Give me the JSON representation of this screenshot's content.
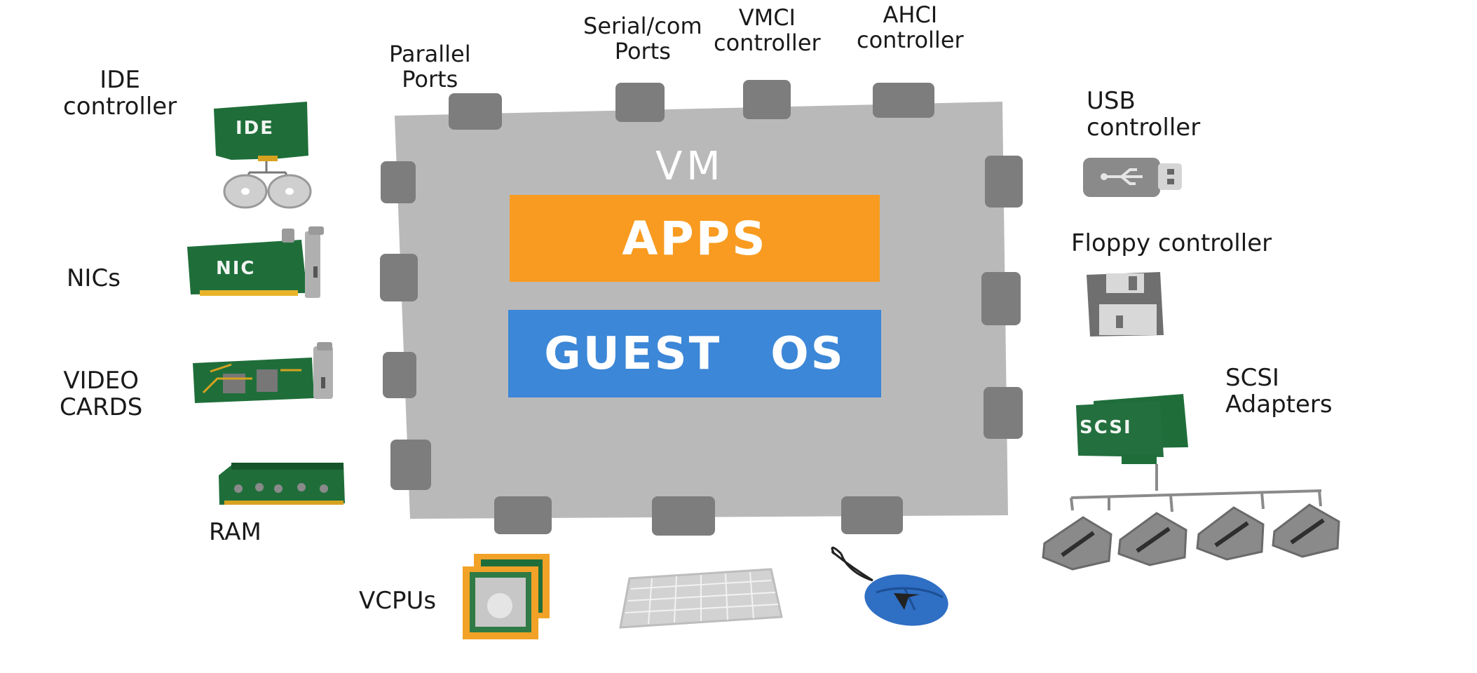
{
  "diagram": {
    "center": {
      "title": "VM",
      "apps_label": "APPS",
      "os_label_1": "GUEST",
      "os_label_2": "OS"
    },
    "labels": {
      "ide": [
        "IDE",
        "controller"
      ],
      "nics": "NICs",
      "video": [
        "VIDEO",
        "CARDS"
      ],
      "ram": "RAM",
      "parallel": [
        "Parallel",
        "Ports"
      ],
      "serial": [
        "Serial/com",
        "Ports"
      ],
      "vmci": [
        "VMCI",
        "controller"
      ],
      "ahci": [
        "AHCI",
        "controller"
      ],
      "usb": [
        "USB",
        "controller"
      ],
      "floppy": "Floppy controller",
      "scsi": [
        "SCSI",
        "Adapters"
      ],
      "vcpus": "VCPUs"
    },
    "card_text": {
      "ide": "IDE",
      "nic": "NIC",
      "scsi": "SCSI"
    },
    "colors": {
      "vm_box": "#b9b9b9",
      "port": "#7d7d7d",
      "apps": "#f89b20",
      "guest_os": "#3c87d7",
      "card_green": "#1f6e3a",
      "cpu_orange": "#f2a227",
      "mouse_blue": "#2f6fc4"
    }
  }
}
